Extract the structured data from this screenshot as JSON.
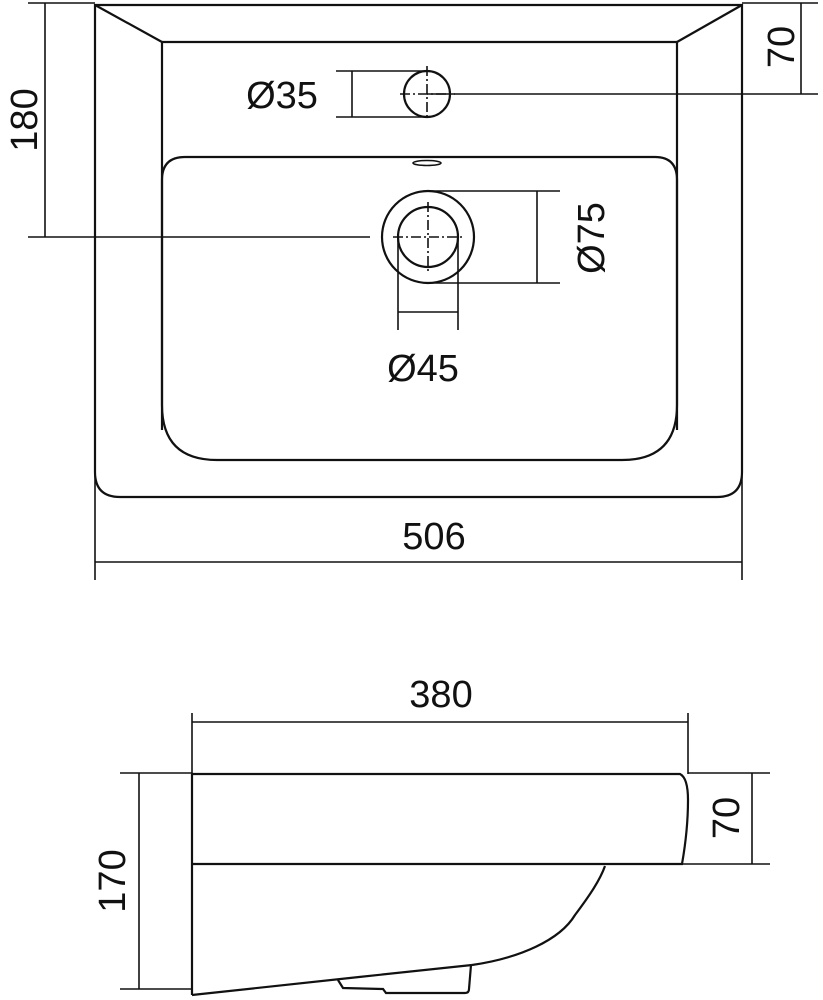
{
  "drawing": {
    "subject": "Washbasin dimensional drawing",
    "views": [
      "top-view",
      "side-view"
    ],
    "line_color": "#111111",
    "background": "#ffffff"
  },
  "top_view": {
    "dimensions": {
      "width": "506",
      "depth_to_drain": "180",
      "depth_to_tap_hole": "70",
      "tap_hole_diameter": "Ø35",
      "drain_outer_diameter": "Ø75",
      "drain_inner_diameter": "Ø45"
    }
  },
  "side_view": {
    "dimensions": {
      "depth": "380",
      "height": "170",
      "rim_height": "70"
    }
  }
}
